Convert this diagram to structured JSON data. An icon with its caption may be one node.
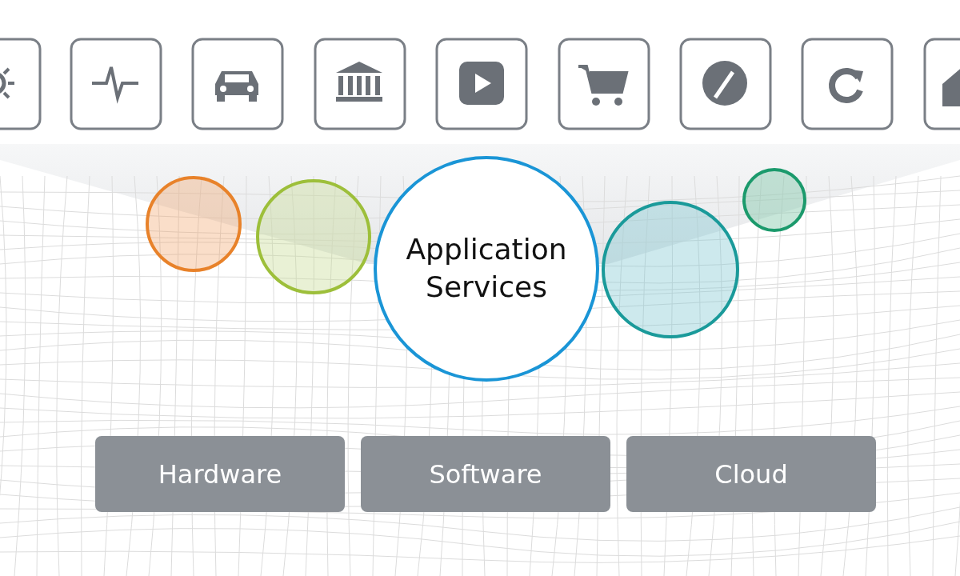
{
  "diagram": {
    "nodes": [
      {
        "text": [],
        "shape": "circle"
      },
      {
        "text": [],
        "shape": "circle"
      },
      {
        "text": [
          "Application Services"
        ]
      },
      {
        "text": [],
        "shape": "circle"
      },
      {
        "text": [],
        "shape": "circle"
      },
      {
        "text": [
          "Hardware"
        ]
      },
      {
        "text": [
          "Software"
        ]
      },
      {
        "text": [
          "Cloud"
        ]
      }
    ]
  }
}
